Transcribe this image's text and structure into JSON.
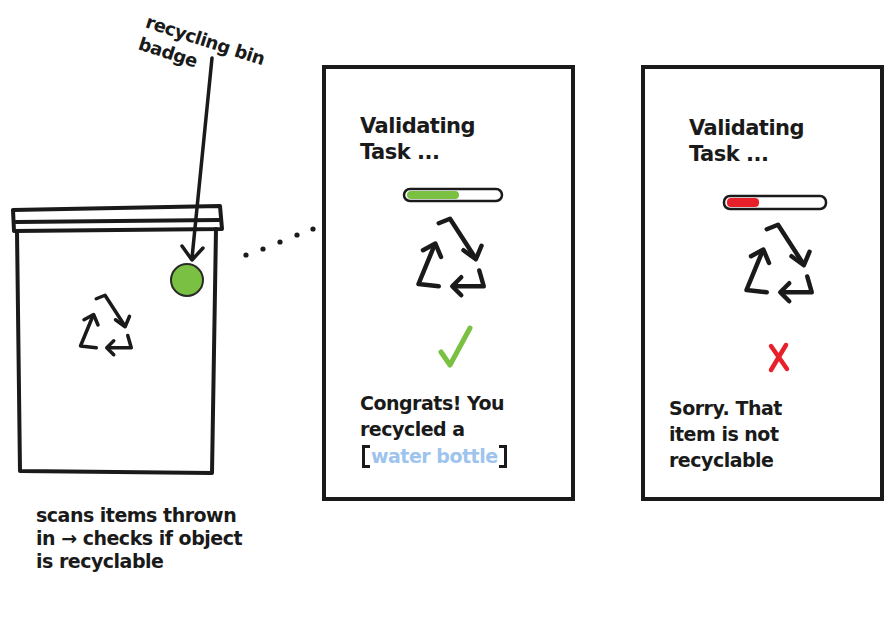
{
  "diagram": {
    "nodes": [
      {
        "text": [
          "Validating Task ...",
          "Congrats! You recycled a",
          "water bottle"
        ]
      },
      {
        "text": [
          "Validating Task ...",
          "Sorry. That item is not recyclable"
        ]
      }
    ],
    "labels": [
      "recycling bin badge",
      "scans items thrown in → checks if object is recyclable"
    ]
  }
}
